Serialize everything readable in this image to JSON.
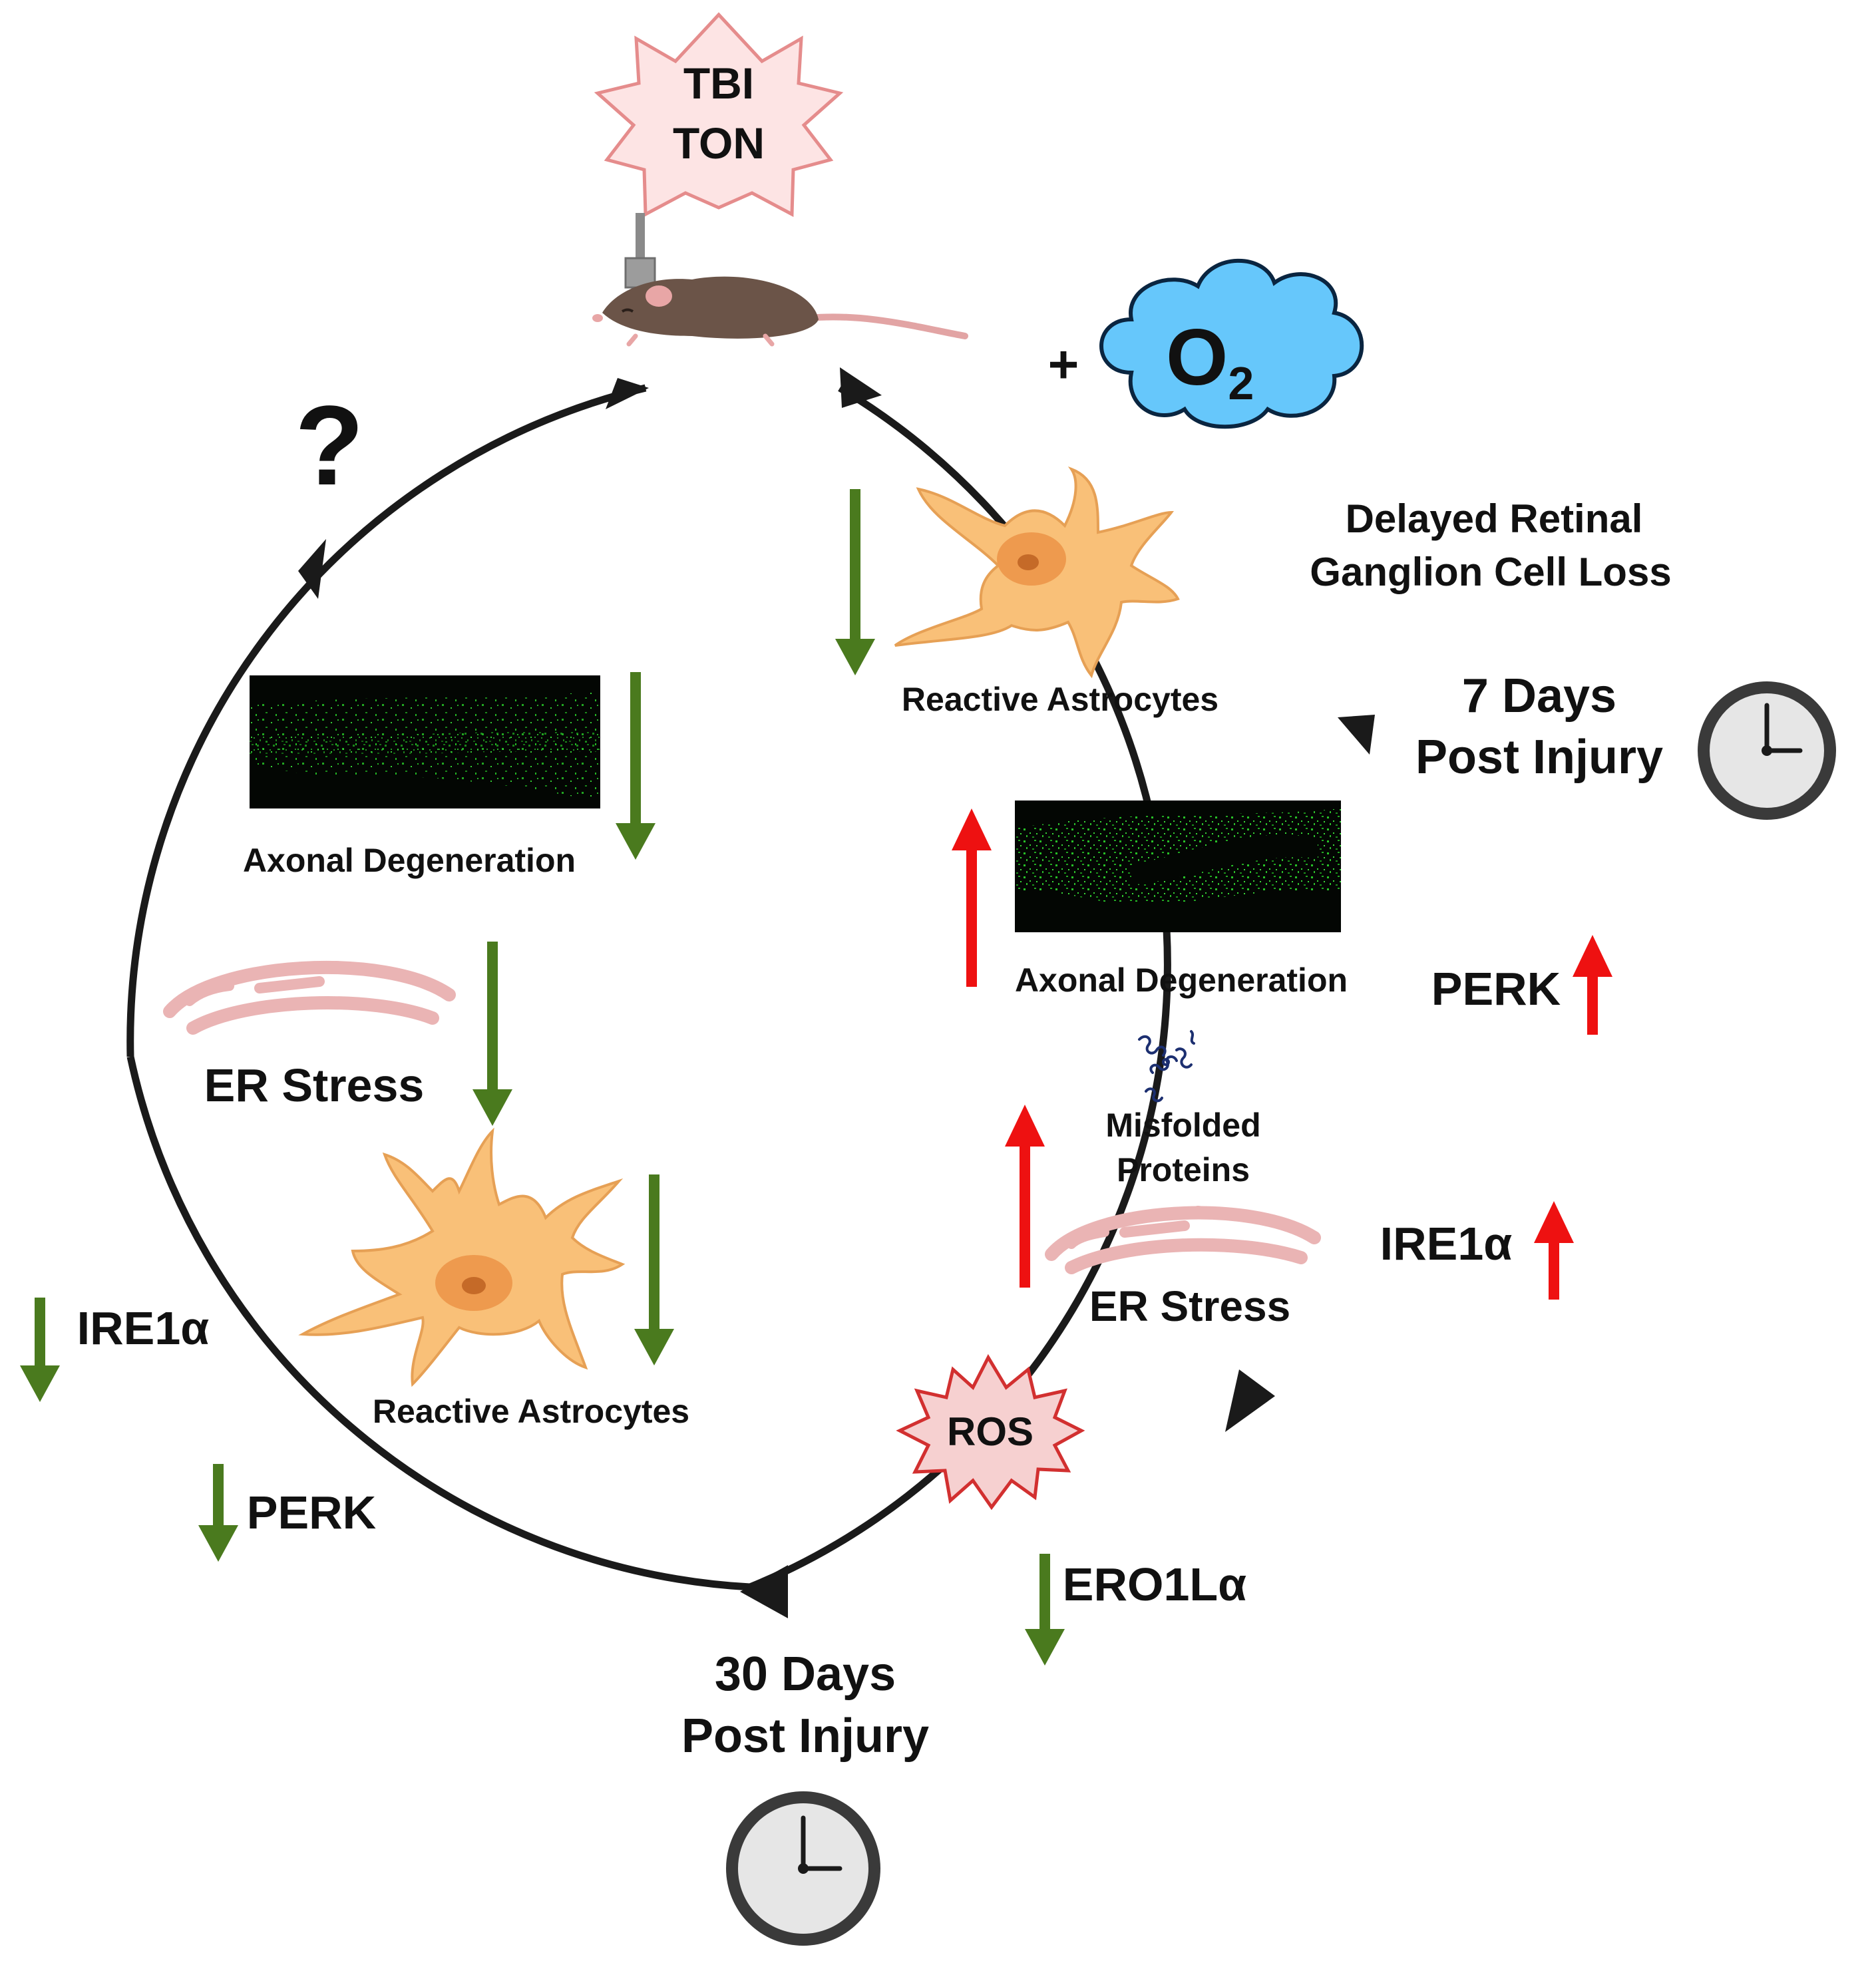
{
  "injury_badge": {
    "line1": "TBI",
    "line2": "TON"
  },
  "oxygen": {
    "plus": "+",
    "symbol": "O",
    "subscript": "2"
  },
  "question_mark": "?",
  "delayed_rgc_loss": {
    "line1": "Delayed Retinal",
    "line2": "Ganglion Cell Loss"
  },
  "day7": {
    "label_line1": "7 Days",
    "label_line2": "Post Injury",
    "reactive_astrocytes": "Reactive Astrocytes",
    "axonal_degeneration": "Axonal Degeneration",
    "misfolded_line1": "Misfolded",
    "misfolded_line2": "Proteins",
    "er_stress": "ER Stress",
    "ros": "ROS",
    "perk": "PERK",
    "ire1a": "IRE1α",
    "ero1la": "ERO1Lα"
  },
  "day30": {
    "label_line1": "30 Days",
    "label_line2": "Post Injury",
    "axonal_degeneration": "Axonal Degeneration",
    "er_stress": "ER Stress",
    "reactive_astrocytes": "Reactive Astrocytes",
    "ire1a": "IRE1α",
    "perk": "PERK"
  },
  "colors": {
    "cycle": "#1a1a1a",
    "down_arrow": "#4a7a1e",
    "up_arrow": "#ee1111",
    "astrocyte_fill": "#f9c078",
    "astrocyte_nucleus": "#ee9a4e",
    "er_membrane": "#eab4b4",
    "microscopy_bg": "#030603",
    "microscopy_signal": "#2bd52b",
    "star_fill": "#fde4e4",
    "star_stroke": "#e58c8c",
    "ros_fill": "#f6d0d0",
    "ros_stroke": "#d23030",
    "cloud_fill": "#66c7fb",
    "clock_face": "#e6e6e6"
  }
}
